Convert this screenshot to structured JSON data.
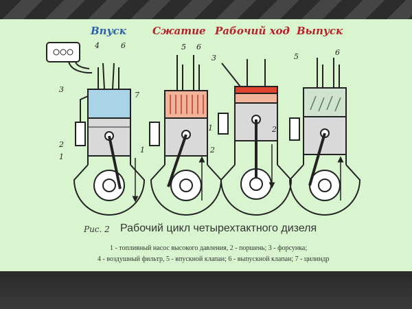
{
  "strokes": [
    {
      "title": "Впуск",
      "color": "#2b5fa8",
      "labels": [
        "4",
        "6",
        "3",
        "7",
        "2",
        "1"
      ]
    },
    {
      "title": "Сжатие",
      "color": "#b8202b",
      "labels": [
        "5",
        "6",
        "1",
        "2"
      ]
    },
    {
      "title": "Рабочий ход",
      "color": "#b8202b",
      "labels": [
        "3",
        "1",
        "2"
      ]
    },
    {
      "title": "Выпуск",
      "color": "#b8202b",
      "labels": [
        "5",
        "6"
      ]
    }
  ],
  "figure": {
    "label": "Рис. 2",
    "title": "Рабочий цикл четырехтактного дизеля",
    "legend_line1": "1 - топливный насос высокого давления, 2 - поршень; 3 - форсунка;",
    "legend_line2": "4 - воздушный фильтр, 5 - впускной клапан; 6 - выпускной клапан; 7 - цилиндр"
  },
  "colors": {
    "background": "#d9f5cf",
    "intake_air": "#a9d3e6",
    "compression": "#f1b49a",
    "combustion": "#e0432f",
    "exhaust": "#cfe3cf",
    "line": "#222222"
  }
}
